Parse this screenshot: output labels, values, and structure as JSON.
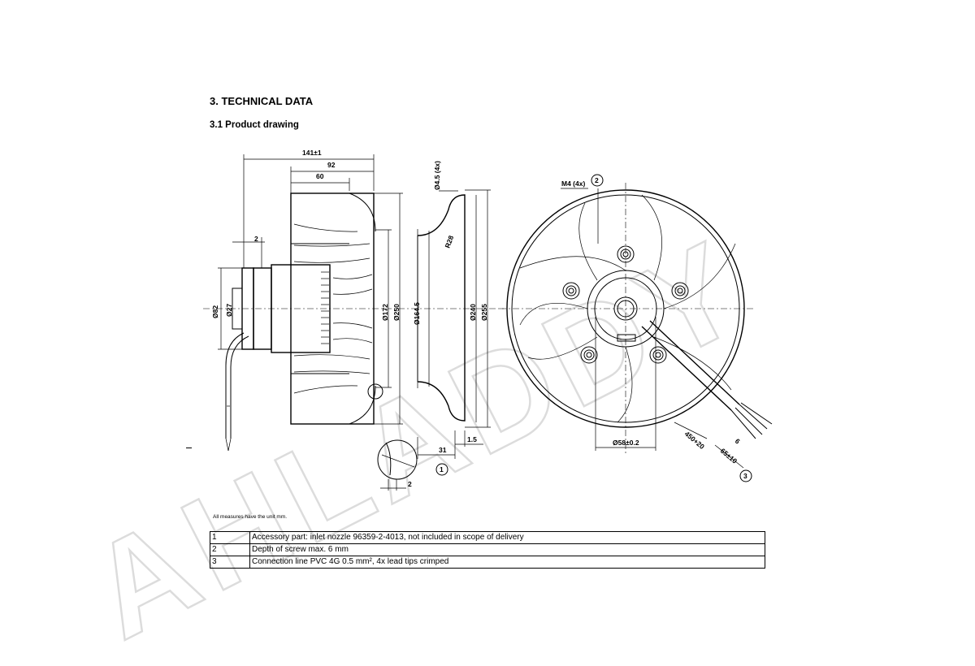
{
  "section_title": "3. TECHNICAL DATA",
  "subsection_title": "3.1 Product drawing",
  "units_note": "All measures have the unit mm.",
  "watermark": "AHLADDY",
  "side_view_dims": {
    "overall_depth": "141±1",
    "depth_92": "92",
    "depth_60": "60",
    "offset_2": "2",
    "dia_82": "Ø82",
    "dia_27": "Ø27",
    "dia_172": "Ø172",
    "dia_250": "Ø250"
  },
  "nozzle_dims": {
    "hole": "Ø4.5 (4x)",
    "radius": "R28",
    "dia_164": "Ø164.5",
    "dia_240": "Ø240",
    "dia_255": "Ø255",
    "depth_31": "31",
    "thickness": "1.5",
    "detail_gap": "2",
    "callout": "1"
  },
  "front_view_dims": {
    "thread": "M4 (4x)",
    "thread_callout": "2",
    "hub_dia": "Ø58±0.2",
    "lead_length": "450+20",
    "strip_length": "6",
    "tip_length": "65±10",
    "lead_callout": "3"
  },
  "notes": [
    {
      "num": "1",
      "text": "Accessory part: inlet nozzle 96359-2-4013, not included in scope of delivery"
    },
    {
      "num": "2",
      "text": "Depth of screw max. 6 mm"
    },
    {
      "num": "3",
      "text": "Connection line PVC 4G 0.5 mm², 4x lead tips crimped"
    }
  ]
}
